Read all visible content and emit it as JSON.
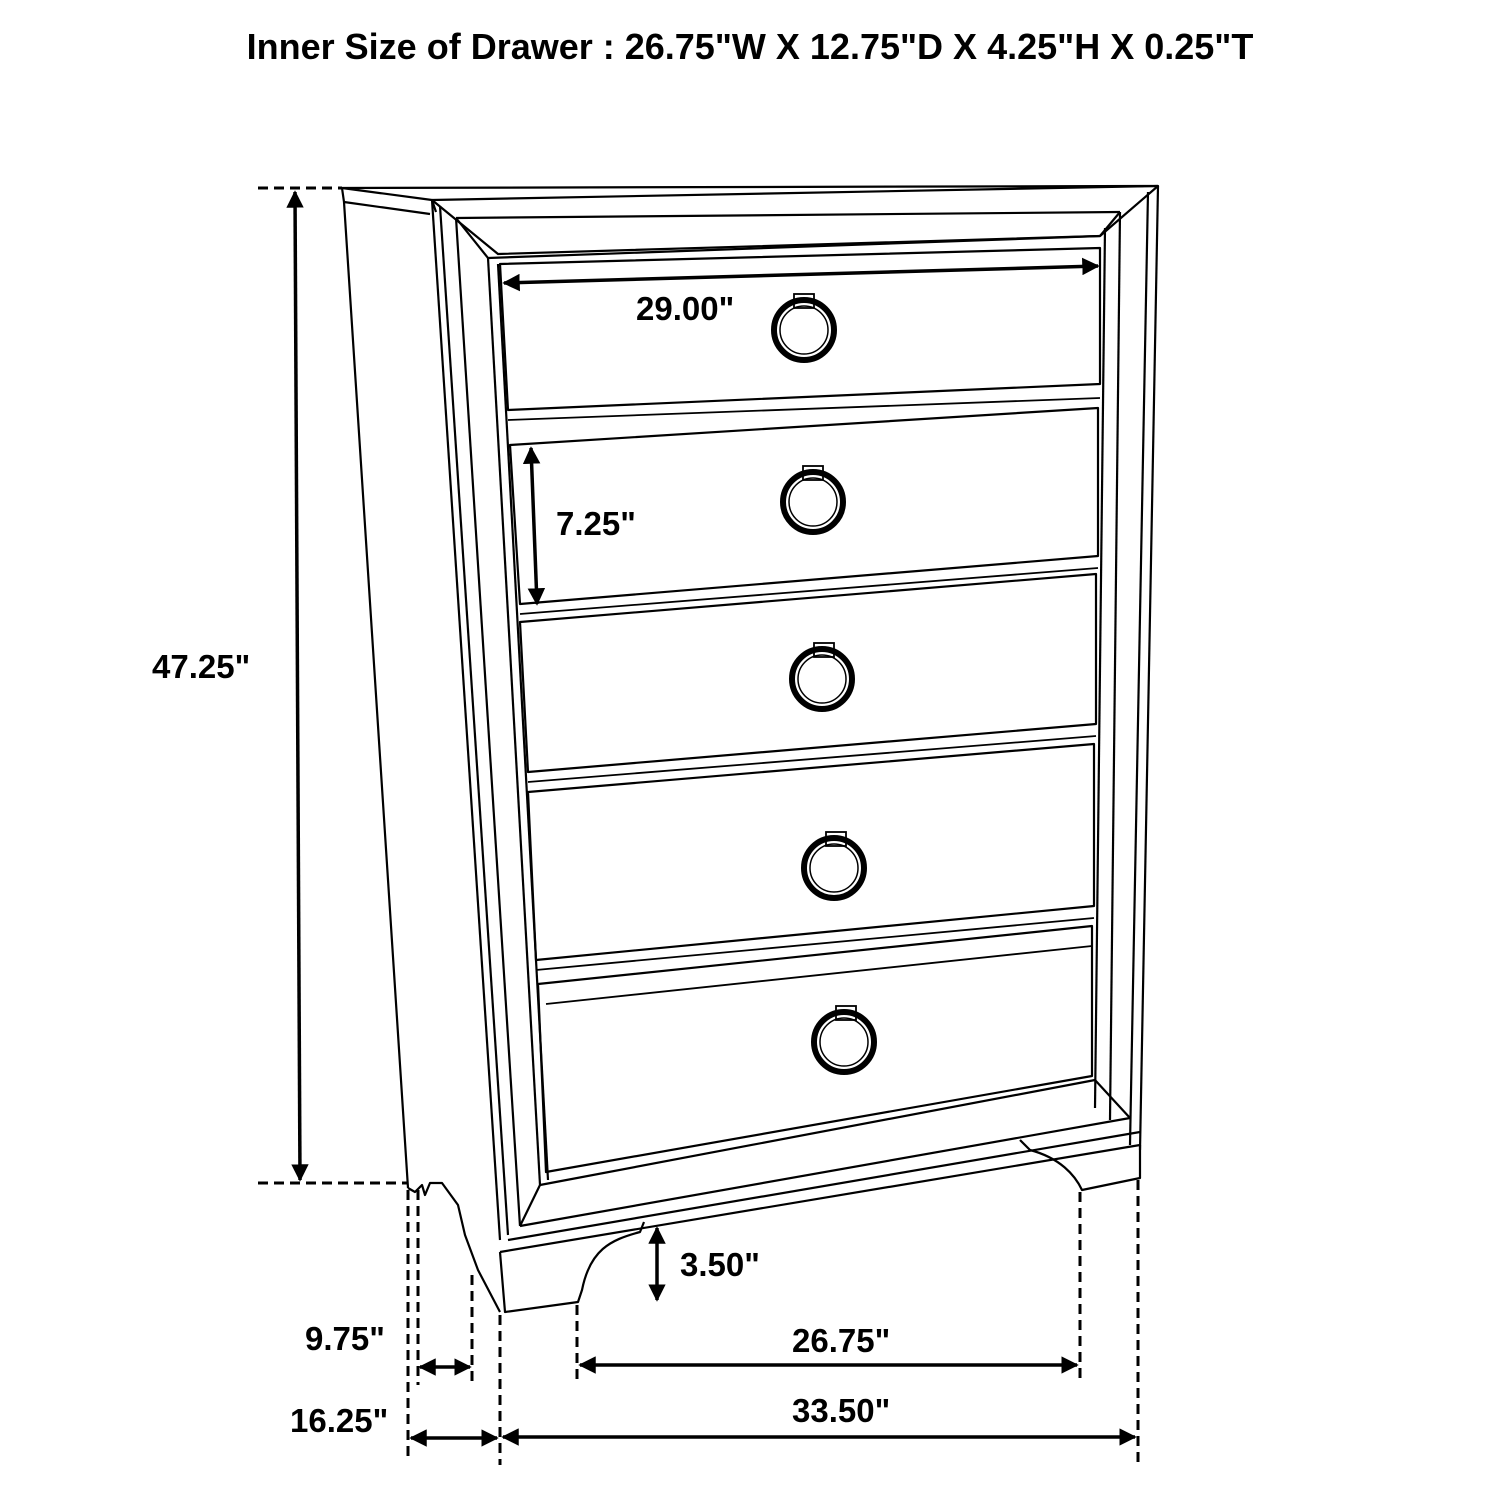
{
  "title": "Inner Size of Drawer : 26.75\"W X 12.75\"D X 4.25\"H X 0.25\"T",
  "diagram": {
    "subject": "5-drawer chest dimension drawing",
    "drawer_count": 5,
    "labels": {
      "top_drawer_width": "29.00\"",
      "drawer_height": "7.25\"",
      "overall_height": "47.25\"",
      "leg_height": "3.50\"",
      "inner_leg_width": "26.75\"",
      "overall_width": "33.50\"",
      "inner_depth": "9.75\"",
      "overall_depth": "16.25\""
    },
    "colors": {
      "line": "#000000",
      "background": "#ffffff"
    }
  }
}
